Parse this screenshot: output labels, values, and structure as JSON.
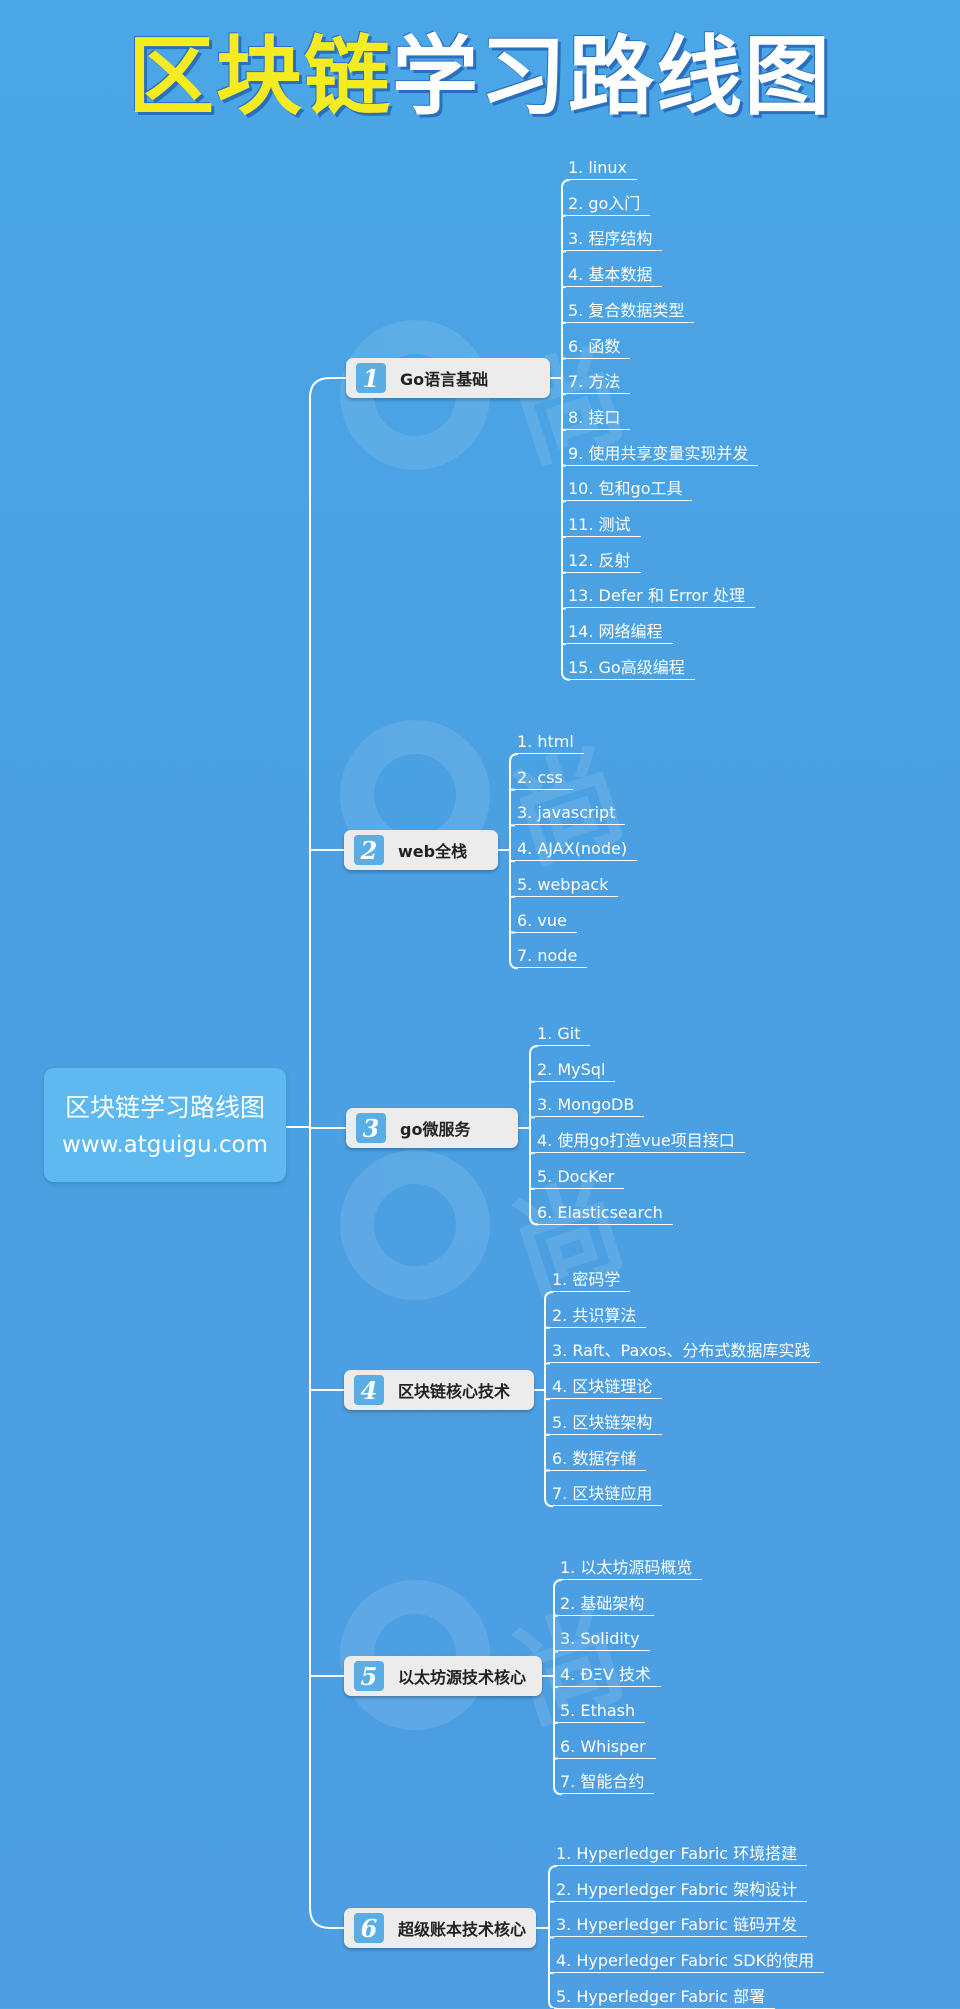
{
  "title": {
    "highlight": "区块链",
    "rest": "学习路线图"
  },
  "root": {
    "title": "区块链学习路线图",
    "url": "www.atguigu.com"
  },
  "branches": [
    {
      "num": "1",
      "label": "Go语言基础",
      "items": [
        "1. linux",
        "2. go入门",
        "3. 程序结构",
        "4. 基本数据",
        "5. 复合数据类型",
        "6. 函数",
        "7. 方法",
        "8. 接口",
        "9. 使用共享变量实现并发",
        "10. 包和go工具",
        "11. 测试",
        "12. 反射",
        "13. Defer 和 Error 处理",
        "14. 网络编程",
        "15. Go高级编程"
      ]
    },
    {
      "num": "2",
      "label": "web全栈",
      "items": [
        "1. html",
        "2. css",
        "3. javascript",
        "4. AJAX(node)",
        "5. webpack",
        "6. vue",
        "7. node"
      ]
    },
    {
      "num": "3",
      "label": "go微服务",
      "items": [
        "1. Git",
        "2. MySql",
        "3. MongoDB",
        "4. 使用go打造vue项目接口",
        "5. DocKer",
        "6. Elasticsearch"
      ]
    },
    {
      "num": "4",
      "label": "区块链核心技术",
      "items": [
        "1. 密码学",
        "2. 共识算法",
        "3. Raft、Paxos、分布式数据库实践",
        "4. 区块链理论",
        "5. 区块链架构",
        "6. 数据存储",
        "7. 区块链应用"
      ]
    },
    {
      "num": "5",
      "label": "以太坊源技术核心",
      "items": [
        "1. 以太坊源码概览",
        "2. 基础架构",
        "3. Solidity",
        "4. ÐΞV 技术",
        "5. Ethash",
        "6. Whisper",
        "7. 智能合约"
      ]
    },
    {
      "num": "6",
      "label": "超级账本技术核心",
      "items": [
        "1. Hyperledger Fabric 环境搭建",
        "2. Hyperledger Fabric 架构设计",
        "3. Hyperledger Fabric 链码开发",
        "4. Hyperledger Fabric SDK的使用",
        "5. Hyperledger Fabric 部署"
      ]
    }
  ]
}
